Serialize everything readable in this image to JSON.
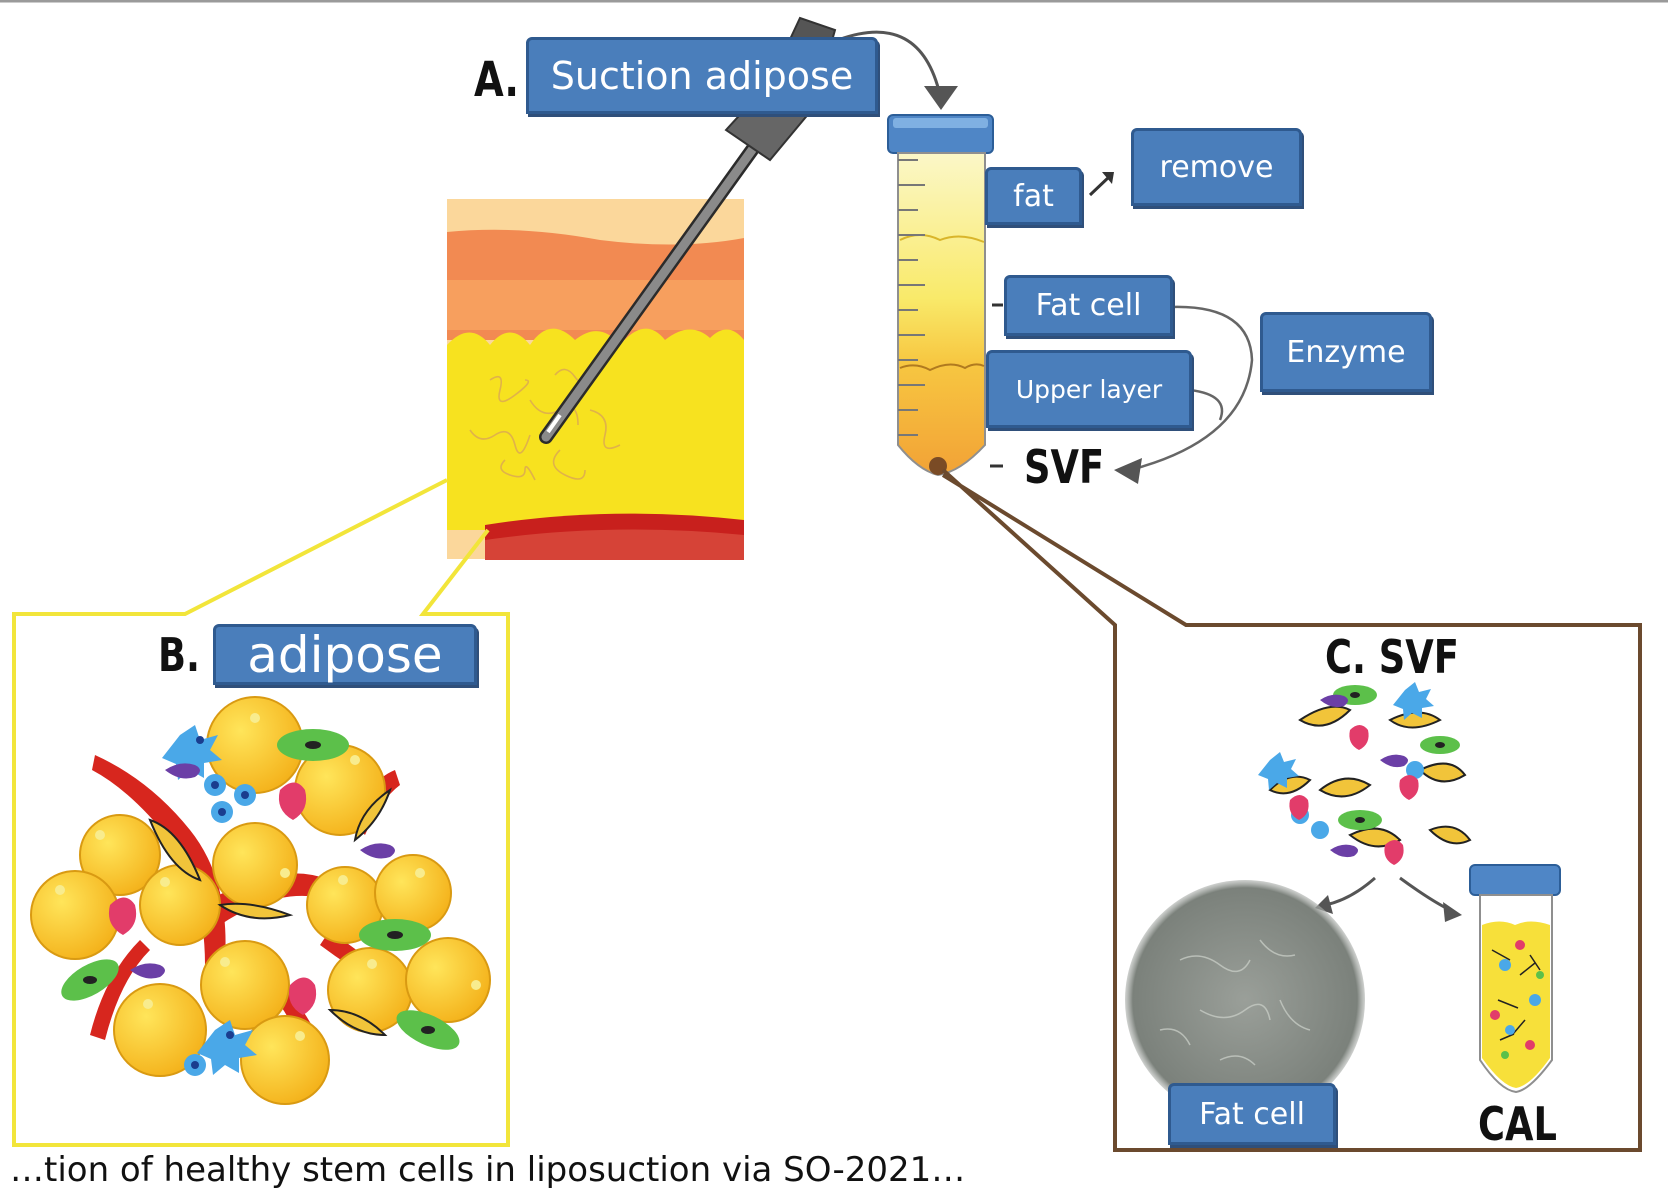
{
  "section_a": {
    "letter": "A.",
    "label": "Suction adipose"
  },
  "tube_labels": {
    "fat": "fat",
    "remove": "remove",
    "fat_cell": "Fat cell",
    "enzyme": "Enzyme",
    "upper_layer": "Upper layer",
    "svf": "SVF"
  },
  "section_b": {
    "letter": "B.",
    "label": "adipose"
  },
  "section_c": {
    "title": "C. SVF",
    "culture_label": "Fat cell",
    "cal_label": "CAL"
  },
  "caption_fragment": "…tion of healthy stem cells in liposuction via SO-2021…",
  "colors": {
    "label_fill": "#4a7ebb",
    "label_border": "#2f5a8f",
    "fat_yellow": "#f7d21c",
    "skin_orange": "#f28a52",
    "vessel_red": "#d7261e",
    "frame_yellow": "#f2e53a",
    "frame_brown": "#6b4a2e",
    "cap_blue": "#4f86c6"
  },
  "icons": [
    "cannula-icon",
    "centrifuge-tube-icon",
    "arrow-icon",
    "fat-cell-cluster-icon",
    "svf-cell-cluster-icon",
    "culture-dish-icon",
    "cal-tube-icon"
  ]
}
